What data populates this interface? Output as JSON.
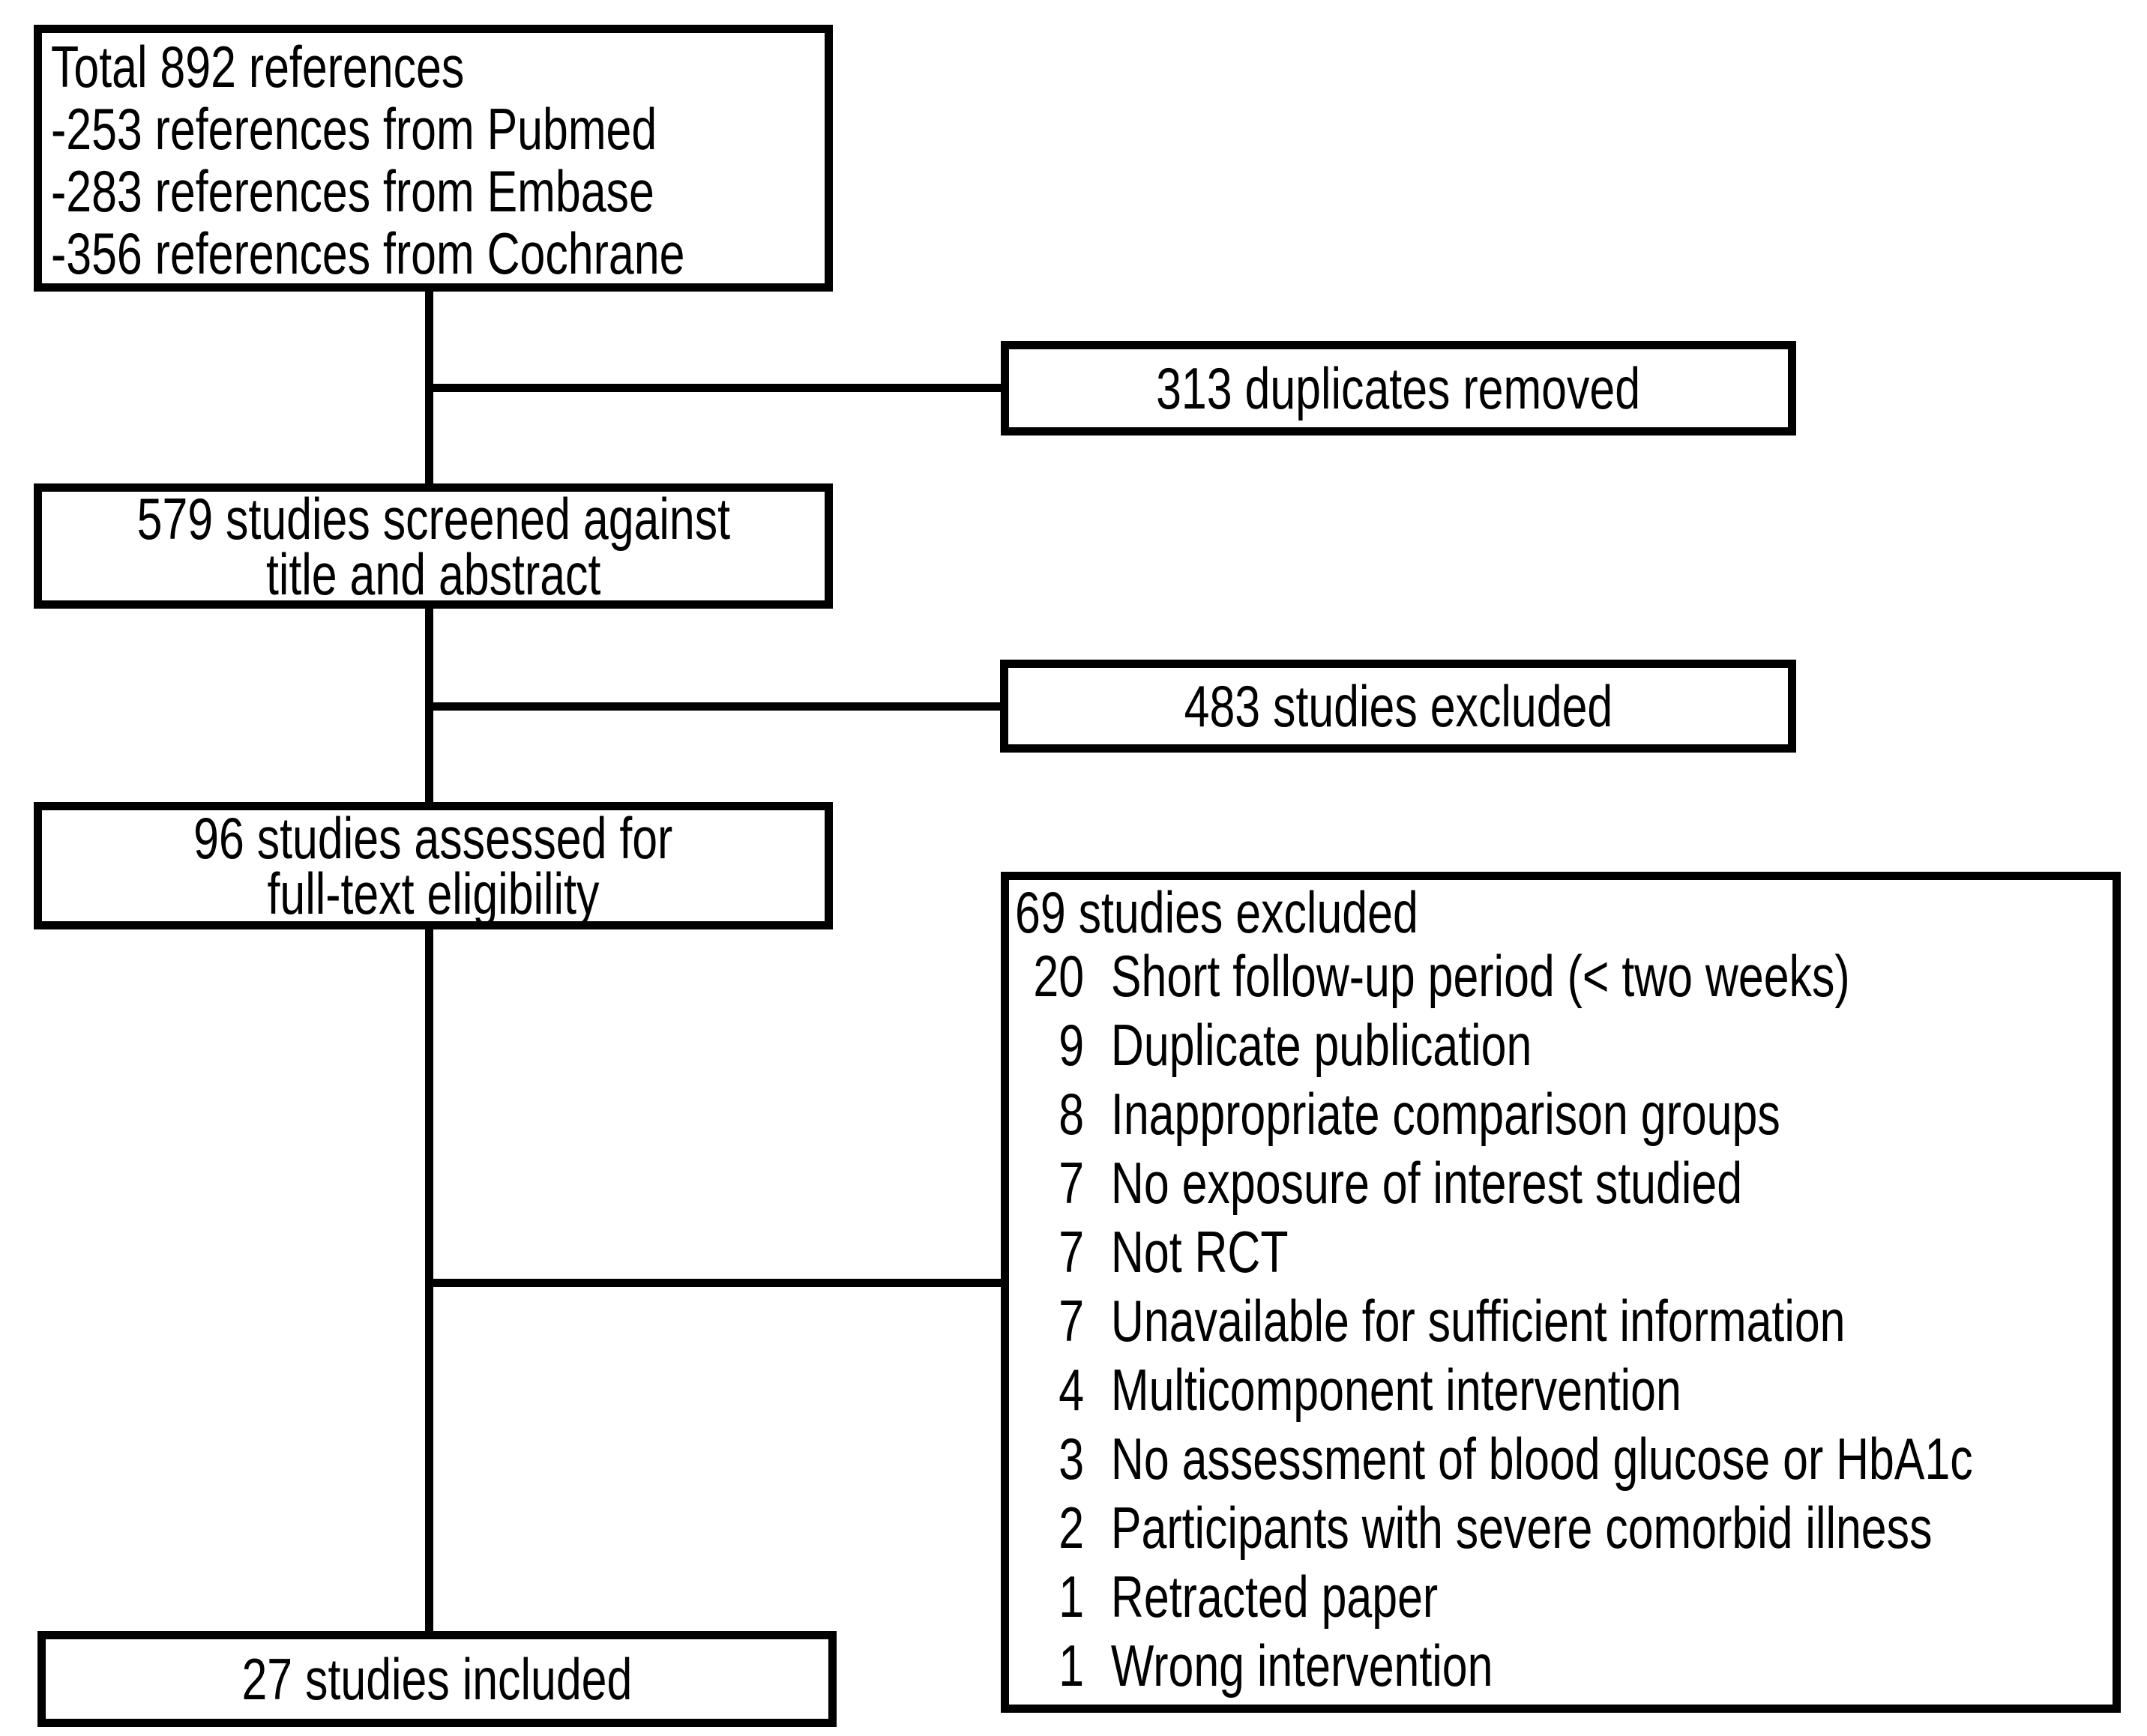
{
  "boxes": {
    "identification": {
      "lines": [
        "Total 892 references",
        "-253 references from Pubmed",
        "-283 references from Embase",
        "-356 references from Cochrane"
      ]
    },
    "duplicates_removed": {
      "label": "313 duplicates removed"
    },
    "title_abstract_screening": {
      "lines": [
        "579 studies screened against",
        "title and abstract"
      ]
    },
    "screening_excluded": {
      "label": "483 studies excluded"
    },
    "fulltext_assessed": {
      "lines": [
        "96 studies assessed for",
        "full-text eligibility"
      ]
    },
    "fulltext_excluded": {
      "title": "69 studies excluded",
      "reasons": [
        {
          "count": "20",
          "reason": "Short follow-up period (< two weeks)"
        },
        {
          "count": "9",
          "reason": "Duplicate publication"
        },
        {
          "count": "8",
          "reason": "Inappropriate comparison groups"
        },
        {
          "count": "7",
          "reason": "No exposure of interest studied"
        },
        {
          "count": "7",
          "reason": "Not RCT"
        },
        {
          "count": "7",
          "reason": "Unavailable for sufficient information"
        },
        {
          "count": "4",
          "reason": "Multicomponent intervention"
        },
        {
          "count": "3",
          "reason": "No assessment of blood glucose or HbA1c"
        },
        {
          "count": "2",
          "reason": "Participants with severe comorbid illness"
        },
        {
          "count": "1",
          "reason": "Retracted paper"
        },
        {
          "count": "1",
          "reason": "Wrong intervention"
        }
      ]
    },
    "included": {
      "label": "27 studies included"
    }
  },
  "colors": {
    "line": "#000000",
    "text": "#000000",
    "background": "#ffffff"
  }
}
